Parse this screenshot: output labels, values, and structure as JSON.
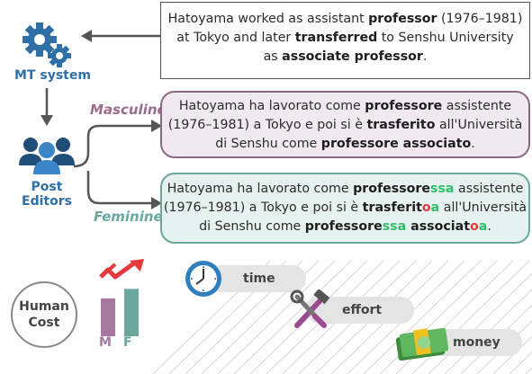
{
  "source": {
    "l1_pre": "Hatoyama worked as assistant ",
    "l1_b": "professor",
    "l1_post": " (1976–1981)",
    "l2_pre": "at Tokyo and later ",
    "l2_b": "transferred",
    "l2_post": " to Senshu University",
    "l3_pre": "as ",
    "l3_b": "associate professor",
    "l3_post": "."
  },
  "mt_system_label": "MT system",
  "post_editors_label": "Post\nEditors",
  "masculine": {
    "label": "Masculine",
    "l1_pre": "Hatoyama ha lavorato come ",
    "l1_b": "professore",
    "l1_post": " assistente",
    "l2_pre": "(1976–1981) a Tokyo e poi si è ",
    "l2_b": "trasferito",
    "l2_post": " all'Università",
    "l3_pre": "di Senshu come ",
    "l3_b": "professore associato",
    "l3_post": "."
  },
  "feminine": {
    "label": "Feminine",
    "l1_pre": "Hatoyama ha lavorato come ",
    "l1_b": "professore",
    "l1_g": "ssa",
    "l1_post": " assistente",
    "l2_pre": "(1976–1981) a Tokyo e poi si è ",
    "l2_b": "trasferit",
    "l2_r": "o",
    "l2_g": "a",
    "l2_post": " all'Università",
    "l3_pre": "di Senshu come ",
    "l3_b1": "professore",
    "l3_g1": "ssa",
    "l3_b2": " associat",
    "l3_r": "o",
    "l3_g2": "a",
    "l3_post": "."
  },
  "human_cost": "Human\nCost",
  "bars": {
    "m_label": "M",
    "f_label": "F",
    "m_level": 0.68,
    "f_level": 0.85
  },
  "costs": [
    "time",
    "effort",
    "money"
  ],
  "colors": {
    "masc": "#9a6b8c",
    "fem": "#6aa79c",
    "mt_blue": "#2f6fa8",
    "added": "#2fbf6a",
    "removed": "#e5393d",
    "trend": "#e5393d"
  },
  "icons": [
    "gears-icon",
    "people-icon",
    "clock-icon",
    "tools-icon",
    "money-icon",
    "trend-arrow-icon"
  ]
}
